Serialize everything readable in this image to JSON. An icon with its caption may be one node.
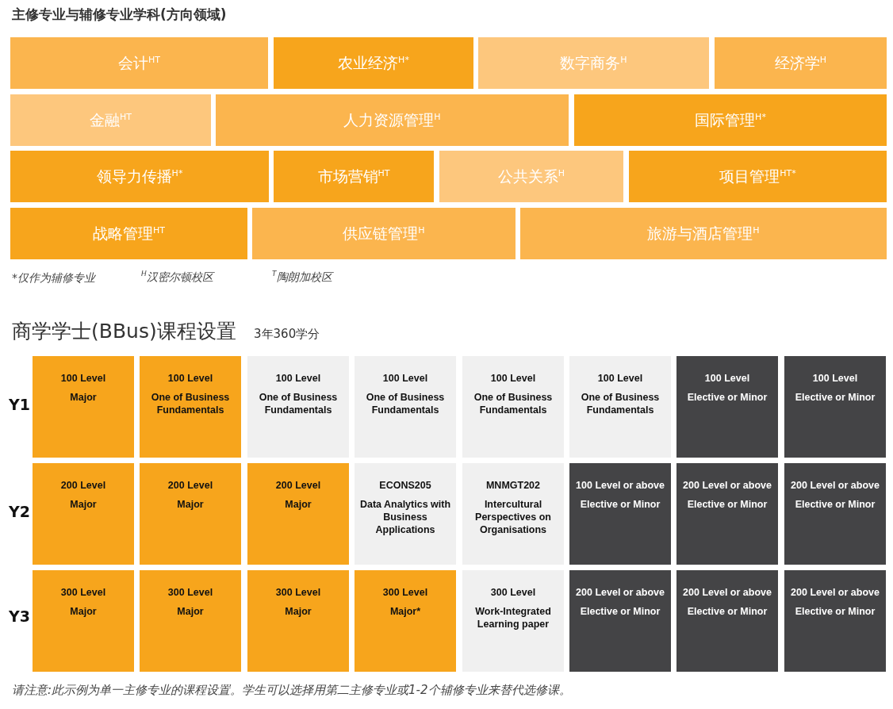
{
  "diagram": {
    "title": "主修专业与辅修专业学科(方向领域)",
    "nodes": [
      {
        "text": [
          "会计$^{HT}$"
        ]
      },
      {
        "text": [
          "农业经济$^{H*}$"
        ]
      },
      {
        "text": [
          "数字商务$^{H}$"
        ]
      },
      {
        "text": [
          "经济学$^{H}$"
        ]
      },
      {
        "text": [
          "金融$^{HT}$"
        ]
      },
      {
        "text": [
          "人力资源管理$^{H}$"
        ]
      },
      {
        "text": [
          "国际管理$^{H*}$"
        ]
      },
      {
        "text": [
          "领导力传播$^{H*}$"
        ]
      },
      {
        "text": [
          "市场营销$^{HT}$"
        ]
      },
      {
        "text": [
          "公共关系$^{H}$"
        ]
      },
      {
        "text": [
          "项目管理$^{HT*}$"
        ]
      },
      {
        "text": [
          "战略管理$^{HT}$"
        ]
      },
      {
        "text": [
          "供应链管理$^{H}$"
        ]
      },
      {
        "text": [
          "旅游与酒店管理$^{H}$"
        ]
      },
      {
        "text": [
          "100 Level",
          "Major"
        ]
      },
      {
        "text": [
          "100 Level",
          "One of Business Fundamentals"
        ]
      },
      {
        "text": [
          "100 Level",
          "One of Business Fundamentals"
        ]
      },
      {
        "text": [
          "100 Level",
          "One of Business Fundamentals"
        ]
      },
      {
        "text": [
          "100 Level",
          "One of Business Fundamentals"
        ]
      },
      {
        "text": [
          "100 Level",
          "One of Business Fundamentals"
        ]
      },
      {
        "text": [
          "100 Level",
          "Elective or Minor"
        ]
      },
      {
        "text": [
          "100 Level",
          "Elective or Minor"
        ]
      },
      {
        "text": [
          "200 Level",
          "Major"
        ]
      },
      {
        "text": [
          "200 Level",
          "Major"
        ]
      },
      {
        "text": [
          "200 Level",
          "Major"
        ]
      },
      {
        "text": [
          "ECONS205",
          "Data Analytics with Business Applications"
        ]
      },
      {
        "text": [
          "MNMGT202",
          "Intercultural Perspectives on Organisations"
        ]
      },
      {
        "text": [
          "100 Level or above",
          "Elective or Minor"
        ]
      },
      {
        "text": [
          "200 Level or above",
          "Elective or Minor"
        ]
      },
      {
        "text": [
          "200 Level or above",
          "Elective or Minor"
        ]
      },
      {
        "text": [
          "300 Level",
          "Major"
        ]
      },
      {
        "text": [
          "300 Level",
          "Major"
        ]
      },
      {
        "text": [
          "300 Level",
          "Major"
        ]
      },
      {
        "text": [
          "300 Level",
          "Major*"
        ]
      },
      {
        "text": [
          "300 Level",
          "Work-Integrated Learning paper"
        ]
      },
      {
        "text": [
          "200 Level or above",
          "Elective or Minor"
        ]
      },
      {
        "text": [
          "200 Level or above",
          "Elective or Minor"
        ]
      },
      {
        "text": [
          "200 Level or above",
          "Elective or Minor"
        ]
      }
    ],
    "labels": [
      "*仅作为辅修专业",
      "$^{H}$汉密尔顿校区",
      "$^{T}$陶朗加校区",
      "商学学士(BBus)课程设置",
      "3年360学分",
      "Y1",
      "Y2",
      "Y3",
      "请注意:此示例为单一主修专业的课程设置。学生可以选择用第二主修专业或1-2个辅修专业来替代选修课。"
    ]
  }
}
